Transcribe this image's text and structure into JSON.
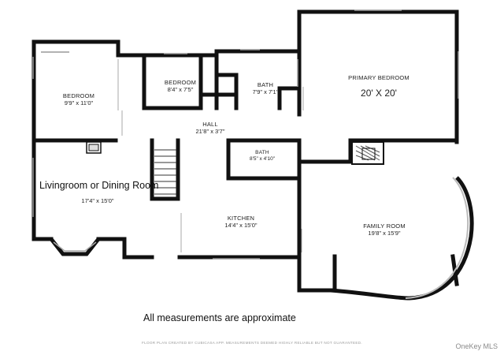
{
  "rooms": {
    "bedroom_left": {
      "name": "BEDROOM",
      "dim": "9'9\" x 11'0\""
    },
    "bedroom_mid": {
      "name": "BEDROOM",
      "dim": "8'4\" x 7'5\""
    },
    "bath_top": {
      "name": "BATH",
      "dim": "7'9\" x 7'1\""
    },
    "primary": {
      "name": "PRIMARY BEDROOM",
      "dim": "20' X 20'"
    },
    "hall": {
      "name": "HALL",
      "dim": "21'8\" x 3'7\""
    },
    "bath_mid": {
      "name": "BATH",
      "dim": "8'5\" x 4'10\""
    },
    "living": {
      "name": "Livingroom or Dining Room",
      "dim": "17'4\" x 15'0\""
    },
    "kitchen": {
      "name": "KITCHEN",
      "dim": "14'4\" x 15'0\""
    },
    "family": {
      "name": "FAMILY ROOM",
      "dim": "19'8\" x 15'9\""
    }
  },
  "note": "All measurements are approximate",
  "footer": "FLOOR PLAN CREATED BY CUBICASA APP. MEASUREMENTS DEEMED HIGHLY RELIABLE BUT NOT GUARANTEED.",
  "watermark": "OneKey MLS",
  "colors": {
    "wall": "#111111",
    "window": "#9a9a9a",
    "door": "#aaaaaa"
  }
}
